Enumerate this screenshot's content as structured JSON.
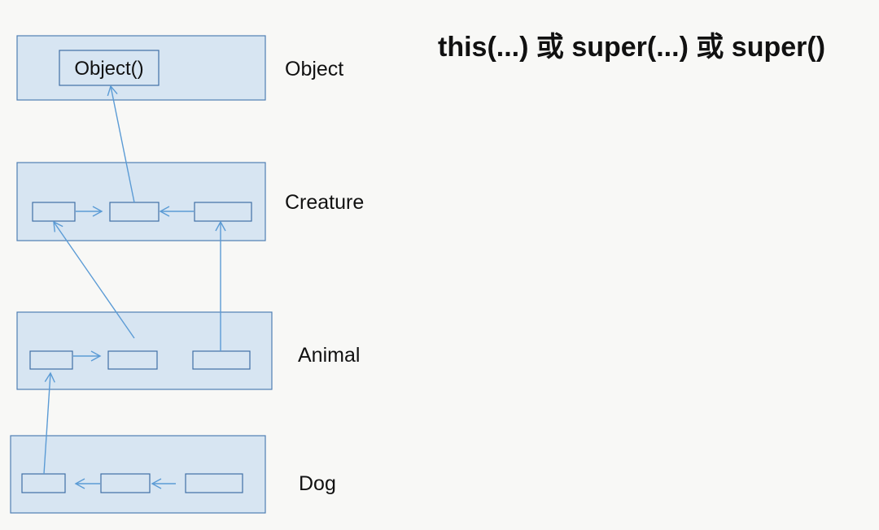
{
  "heading": "this(...) 或 super(...) 或 super()",
  "layers": {
    "object": {
      "label": "Object",
      "ctor_label": "Object()"
    },
    "creature": {
      "label": "Creature"
    },
    "animal": {
      "label": "Animal"
    },
    "dog": {
      "label": "Dog"
    }
  },
  "colors": {
    "layer_fill": "#d7e5f2",
    "layer_border": "#4f7fb4",
    "arrow": "#5b9bd5",
    "background": "#f8f8f6"
  }
}
